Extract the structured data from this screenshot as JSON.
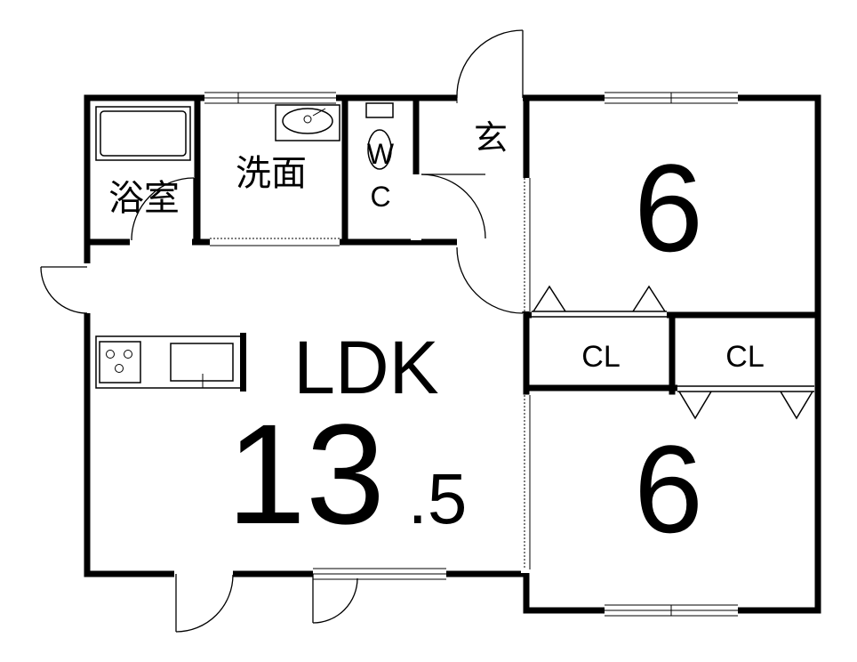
{
  "rooms": {
    "bath": {
      "label": "浴室"
    },
    "washroom": {
      "label": "洗面"
    },
    "toilet": {
      "label_line1": "W",
      "label_line2": "C"
    },
    "entrance": {
      "label": "玄"
    },
    "bedroom_top": {
      "size": "6"
    },
    "bedroom_bottom": {
      "size": "6"
    },
    "closet_left": {
      "label": "CL"
    },
    "closet_right": {
      "label": "CL"
    },
    "ldk": {
      "label": "LDK",
      "size_major": "13",
      "size_minor": ".5"
    }
  }
}
